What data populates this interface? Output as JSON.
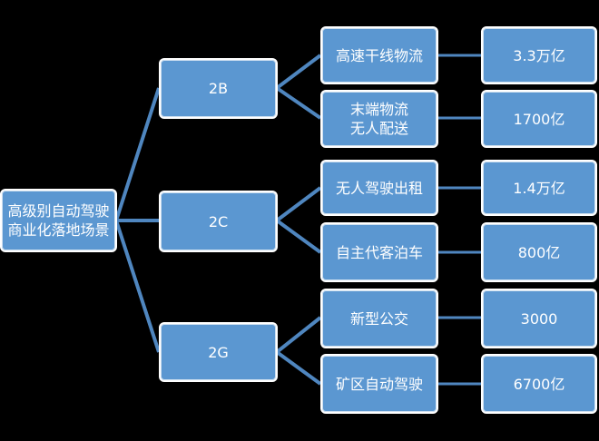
{
  "root": {
    "label": "高级别自动驾驶\n商业化落地场景"
  },
  "categories": [
    {
      "label": "2B",
      "items": [
        {
          "label": "高速干线物流",
          "value": "3.3万亿"
        },
        {
          "label": "末端物流\n无人配送",
          "value": "1700亿"
        }
      ]
    },
    {
      "label": "2C",
      "items": [
        {
          "label": "无人驾驶出租",
          "value": "1.4万亿"
        },
        {
          "label": "自主代客泊车",
          "value": "800亿"
        }
      ]
    },
    {
      "label": "2G",
      "items": [
        {
          "label": "新型公交",
          "value": "3000"
        },
        {
          "label": "矿区自动驾驶",
          "value": "6700亿"
        }
      ]
    }
  ],
  "colors": {
    "box": "#5b97d1",
    "line": "#4f86bf",
    "background": "#000000"
  }
}
